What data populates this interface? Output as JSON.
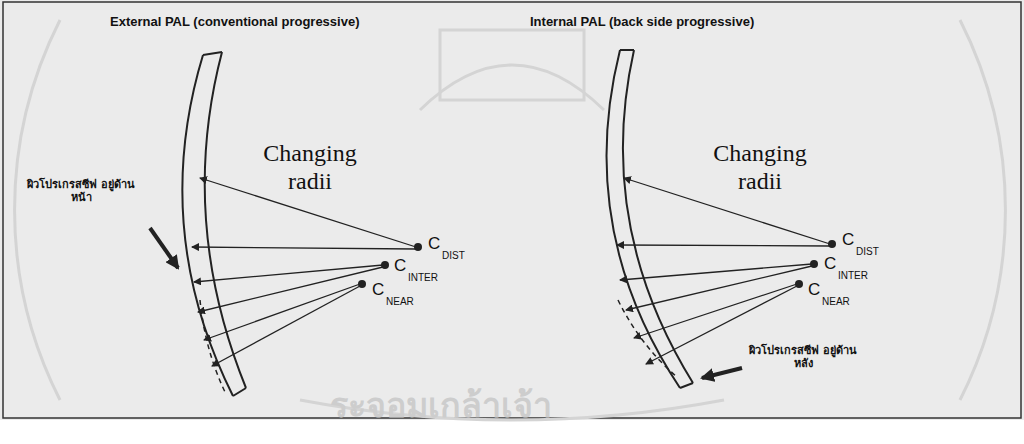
{
  "diagram": {
    "labels": [
      "External PAL (conventional progressive)",
      "Internal PAL (back side progressive)",
      "ผิวโปรเกรสซีฟ อยู่ด้านหน้า",
      "Changing radii",
      "C",
      "DIST",
      "C",
      "INTER",
      "C",
      "NEAR",
      "ผิวโปรเกรสซีฟ อยู่ด้านหลัง",
      "Changing radii",
      "C",
      "DIST",
      "C",
      "INTER",
      "C",
      "NEAR",
      "ระจอมเกล้าเจ้า"
    ]
  }
}
